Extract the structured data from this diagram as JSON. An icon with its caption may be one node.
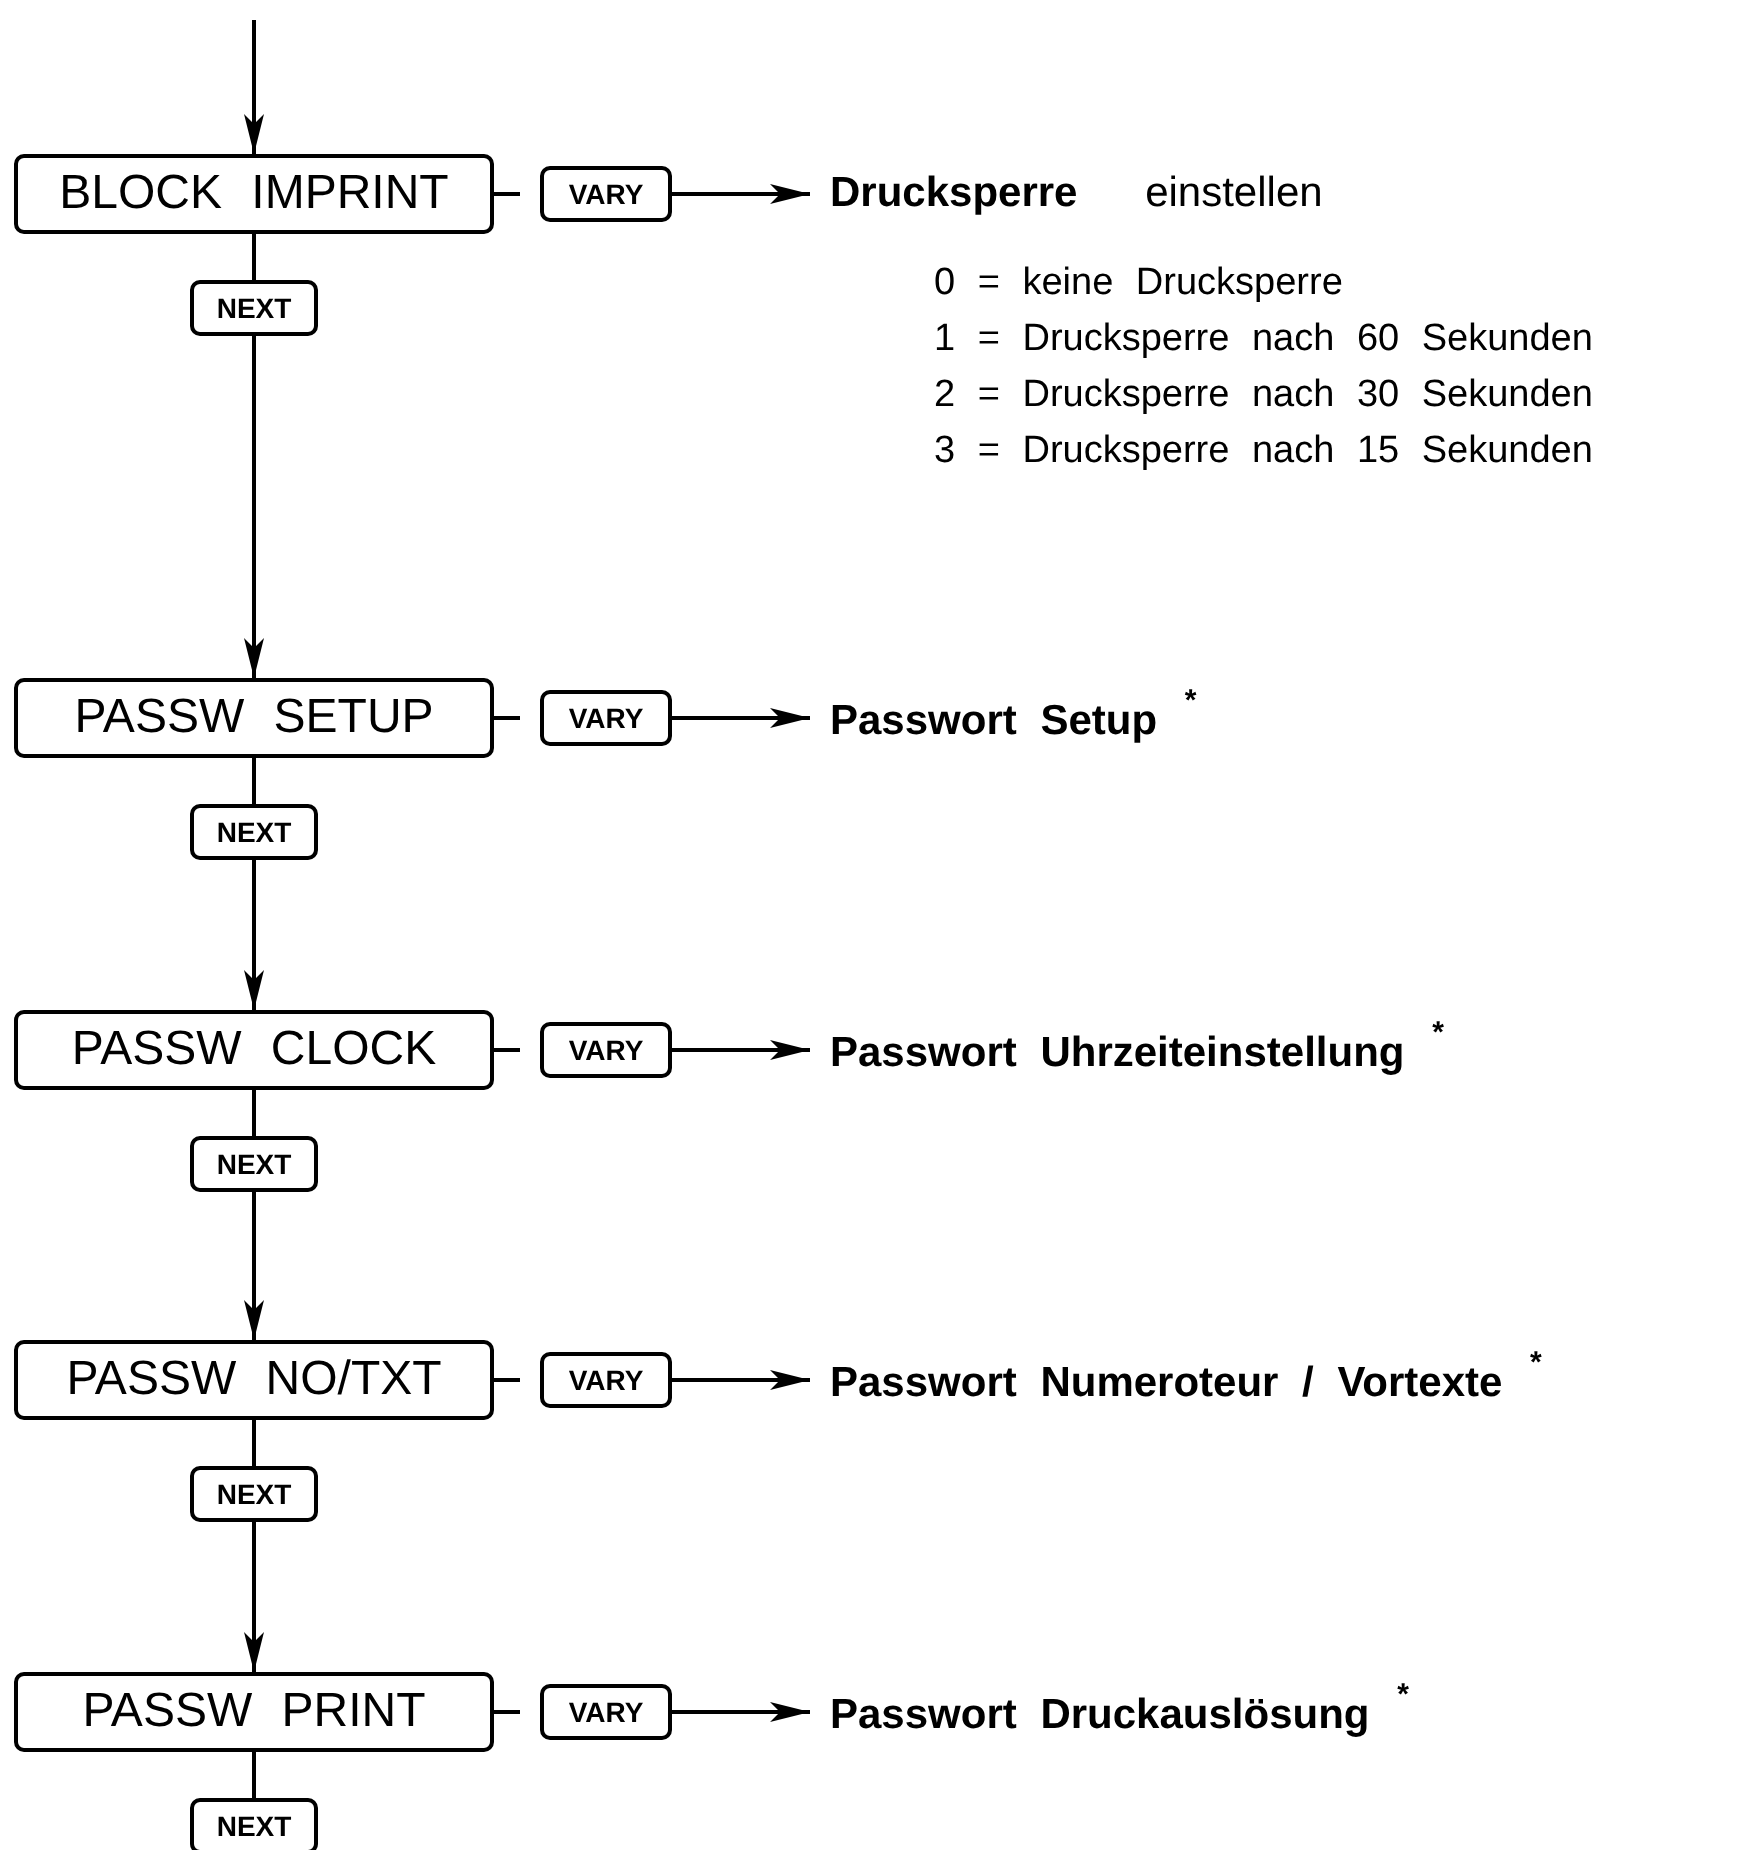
{
  "diagram": {
    "nodes": [
      {
        "text": [
          "BLOCK IMPRINT"
        ]
      },
      {
        "text": [
          "VARY"
        ]
      },
      {
        "text": [
          "**Drucksperre** einstellen"
        ]
      },
      {
        "text": [
          "NEXT"
        ]
      },
      {
        "text": [
          "PASSW SETUP"
        ]
      },
      {
        "text": [
          "VARY"
        ]
      },
      {
        "text": [
          "Passwort Setup $^{*}$"
        ]
      },
      {
        "text": [
          "NEXT"
        ]
      },
      {
        "text": [
          "PASSW CLOCK"
        ]
      },
      {
        "text": [
          "VARY"
        ]
      },
      {
        "text": [
          "Passwort Uhrzeiteinstellung $^{*}$"
        ]
      },
      {
        "text": [
          "NEXT"
        ]
      },
      {
        "text": [
          "PASSW NO/TXT"
        ]
      },
      {
        "text": [
          "VARY"
        ]
      },
      {
        "text": [
          "Passwort Numeroteur / Vortexte $^{*}$"
        ]
      },
      {
        "text": [
          "NEXT"
        ]
      },
      {
        "text": [
          "PASSW PRINT"
        ]
      },
      {
        "text": [
          "VARY"
        ]
      },
      {
        "text": [
          "Passwort Druckauslösung $^{*}$"
        ]
      },
      {
        "text": [
          "NEXT"
        ]
      }
    ],
    "edges": [
      {
        "from": null,
        "to": 0,
        "arrow": "to"
      },
      {
        "from": 0,
        "to": 1,
        "arrow": "none"
      },
      {
        "from": 1,
        "to": 2,
        "arrow": "to"
      },
      {
        "from": 0,
        "to": 3,
        "arrow": "none"
      },
      {
        "from": 3,
        "to": 4,
        "arrow": "to"
      },
      {
        "from": 4,
        "to": 5,
        "arrow": "none"
      },
      {
        "from": 5,
        "to": 6,
        "arrow": "to"
      },
      {
        "from": 4,
        "to": 7,
        "arrow": "none"
      },
      {
        "from": 7,
        "to": 8,
        "arrow": "to"
      },
      {
        "from": 8,
        "to": 9,
        "arrow": "none"
      },
      {
        "from": 9,
        "to": 10,
        "arrow": "to"
      },
      {
        "from": 8,
        "to": 11,
        "arrow": "none"
      },
      {
        "from": 11,
        "to": 12,
        "arrow": "to"
      },
      {
        "from": 12,
        "to": 13,
        "arrow": "none"
      },
      {
        "from": 13,
        "to": 14,
        "arrow": "to"
      },
      {
        "from": 12,
        "to": 15,
        "arrow": "none"
      },
      {
        "from": 15,
        "to": 16,
        "arrow": "to"
      },
      {
        "from": 16,
        "to": 17,
        "arrow": "none"
      },
      {
        "from": 17,
        "to": 18,
        "arrow": "to"
      },
      {
        "from": 16,
        "to": 19,
        "arrow": "none"
      }
    ],
    "labels": [
      "0 = keine Drucksperre",
      "1 = Drucksperre nach 60 Sekunden",
      "2 = Drucksperre nach 30 Sekunden",
      "3 = Drucksperre nach 15 Sekunden"
    ]
  }
}
